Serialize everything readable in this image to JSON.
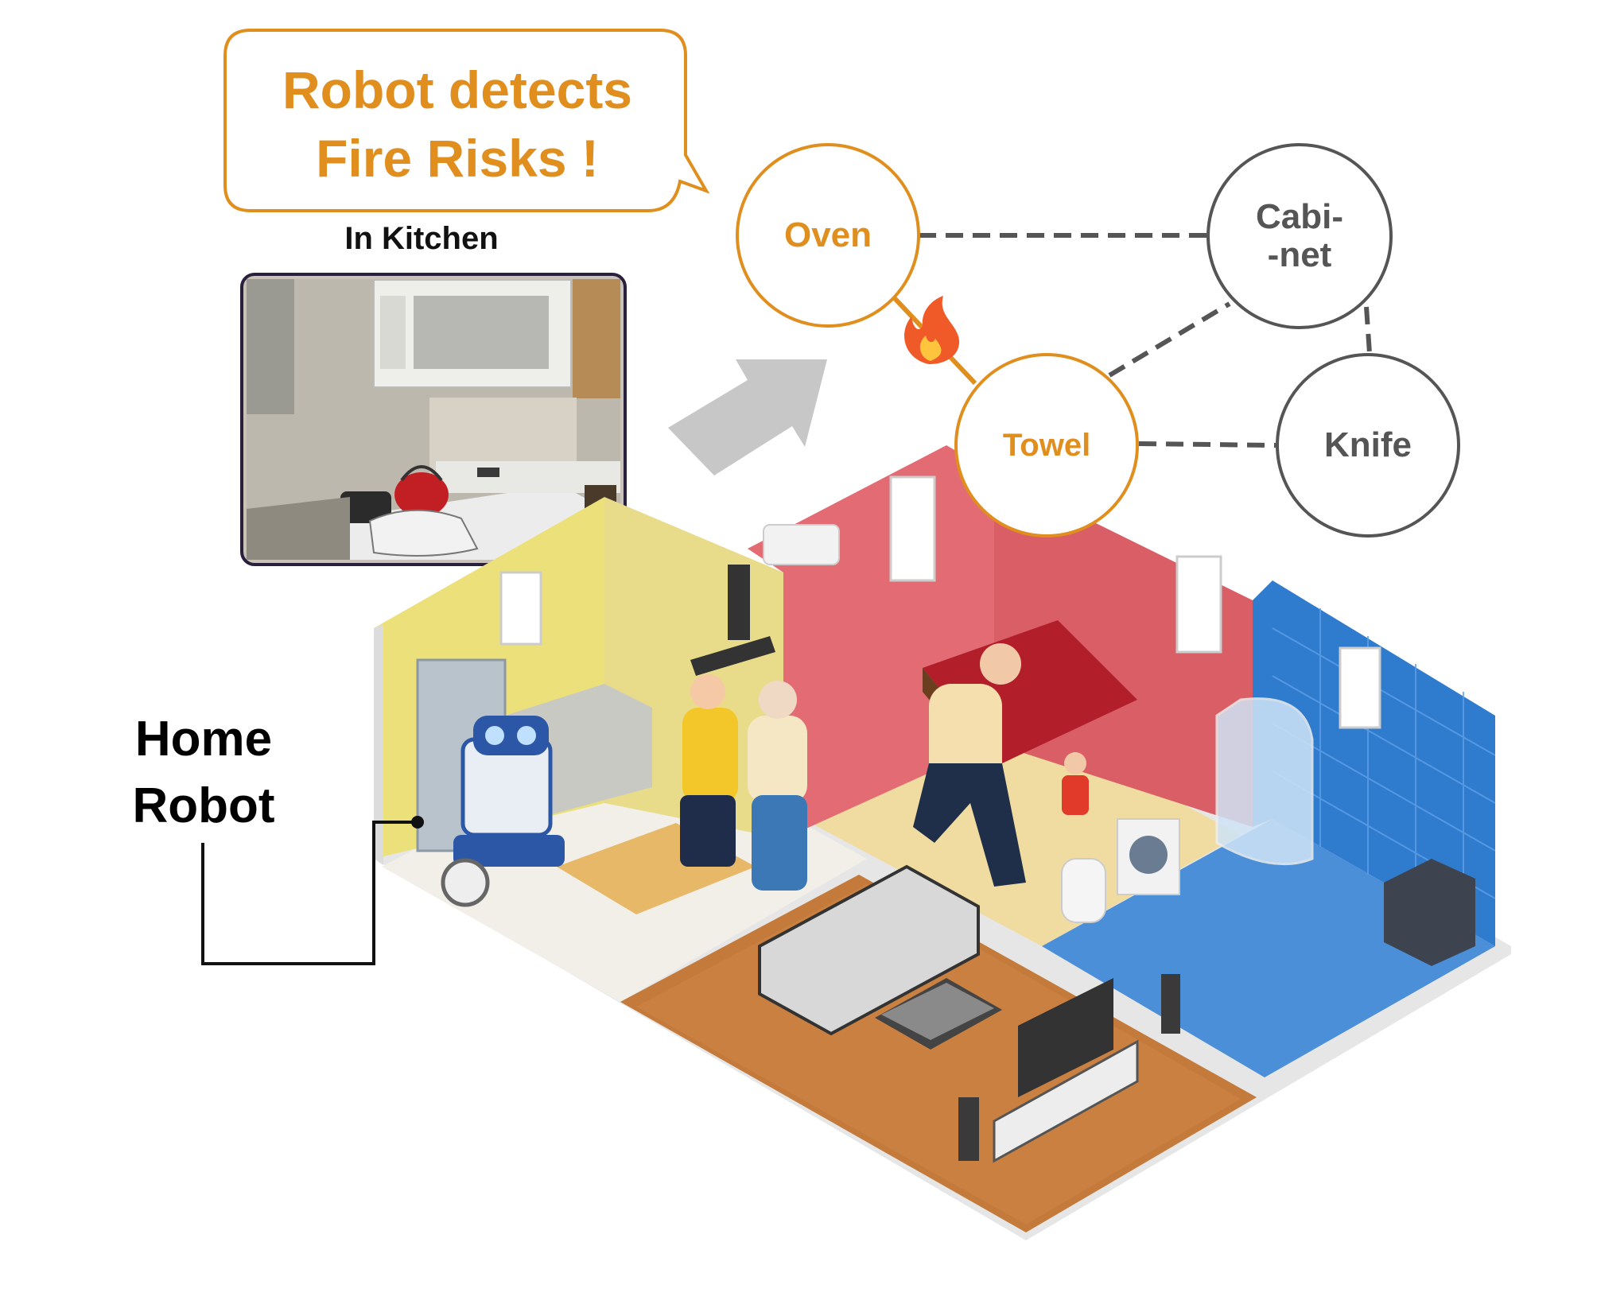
{
  "callout": {
    "line1": "Robot detects",
    "line2": "Fire Risks !"
  },
  "kitchen_caption": "In Kitchen",
  "robot_label": {
    "line1": "Home",
    "line2": "Robot"
  },
  "graph": {
    "nodes": [
      {
        "id": "oven",
        "lines": [
          "Oven"
        ],
        "risk": true
      },
      {
        "id": "towel",
        "lines": [
          "Towel"
        ],
        "risk": true
      },
      {
        "id": "cabinet",
        "lines": [
          "Cabi-",
          "-net"
        ],
        "risk": false
      },
      {
        "id": "knife",
        "lines": [
          "Knife"
        ],
        "risk": false
      }
    ],
    "edges": [
      {
        "from": "oven",
        "to": "towel",
        "relation": "fire-risk"
      },
      {
        "from": "oven",
        "to": "cabinet",
        "relation": "normal"
      },
      {
        "from": "towel",
        "to": "cabinet",
        "relation": "normal"
      },
      {
        "from": "towel",
        "to": "knife",
        "relation": "normal"
      },
      {
        "from": "cabinet",
        "to": "knife",
        "relation": "normal"
      }
    ]
  },
  "colors": {
    "risk": "#E08E1E",
    "normal": "#555555",
    "fire_icon": "#F05A28"
  }
}
